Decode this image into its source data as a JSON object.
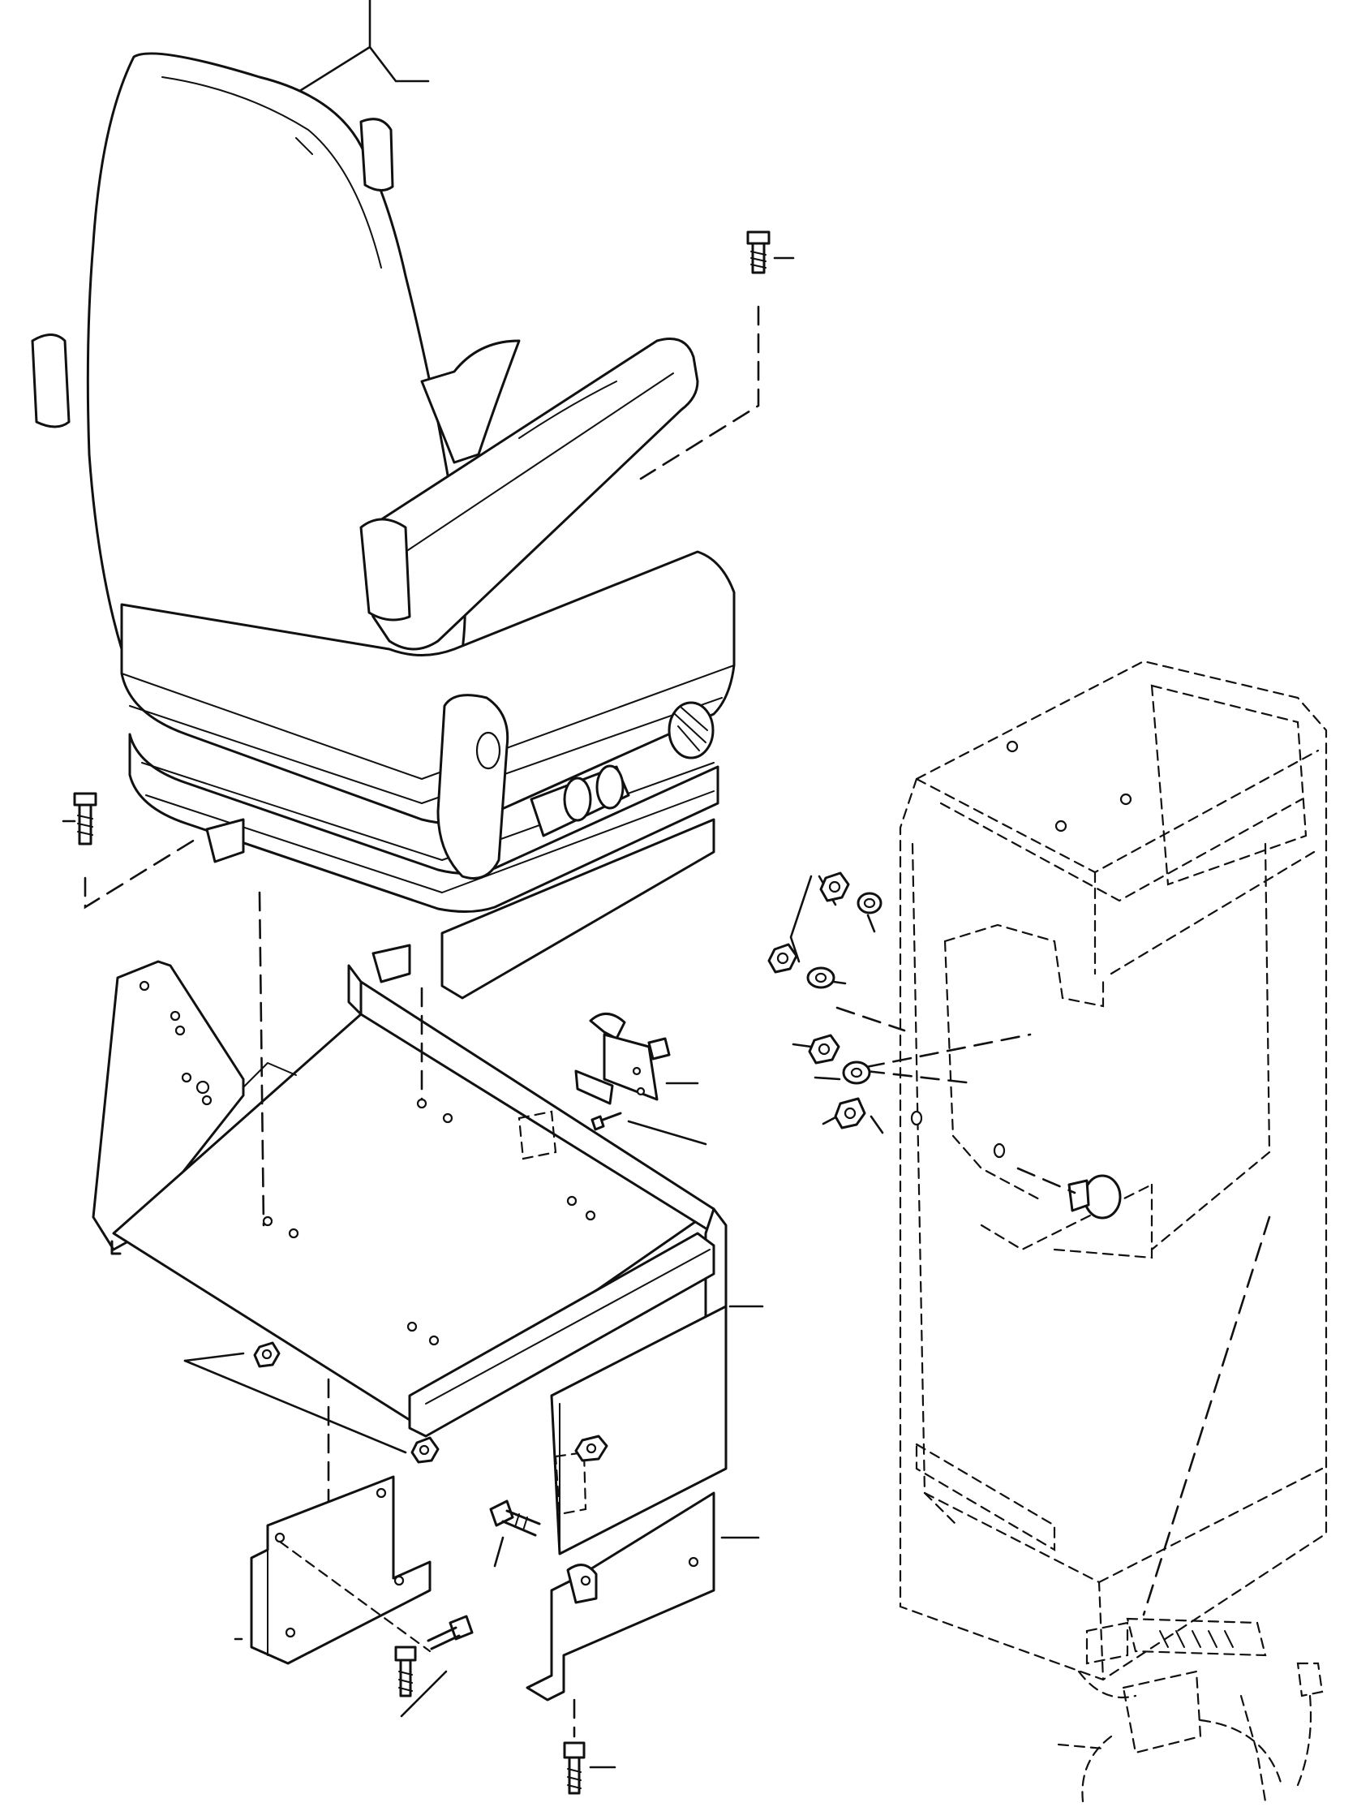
{
  "diagram": {
    "type": "exploded-parts-view",
    "colors": {
      "ink": "#111111",
      "paper": "#ffffff"
    },
    "components": [
      "seat-assembly",
      "armrest",
      "seat-mounting-bracket",
      "support-plate-left",
      "support-plate-right",
      "control-console",
      "wiring-harness",
      "latch-hook",
      "bolts",
      "nuts",
      "washers"
    ]
  }
}
